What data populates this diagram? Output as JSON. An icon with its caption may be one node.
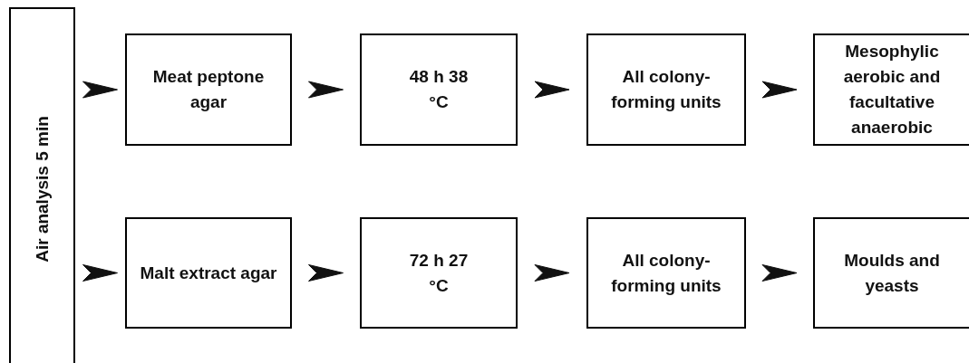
{
  "diagram": {
    "nodes": [
      {
        "text": [
          "Air analysis 5 min"
        ]
      },
      {
        "text": [
          "Meat peptone agar"
        ]
      },
      {
        "text": [
          "48 h 38 °C"
        ]
      },
      {
        "text": [
          "All colony-forming units"
        ]
      },
      {
        "text": [
          "Mesophylic aerobic and facultative anaerobic"
        ]
      },
      {
        "text": [
          "Malt extract agar"
        ]
      },
      {
        "text": [
          "72 h 27 °C"
        ]
      },
      {
        "text": [
          "All colony-forming units"
        ]
      },
      {
        "text": [
          "Moulds and yeasts"
        ]
      }
    ],
    "edges": [
      {
        "from": 0,
        "to": 1,
        "arrow": "to"
      },
      {
        "from": 1,
        "to": 2,
        "arrow": "to"
      },
      {
        "from": 2,
        "to": 3,
        "arrow": "to"
      },
      {
        "from": 3,
        "to": 4,
        "arrow": "to"
      },
      {
        "from": 0,
        "to": 5,
        "arrow": "to"
      },
      {
        "from": 5,
        "to": 6,
        "arrow": "to"
      },
      {
        "from": 6,
        "to": 7,
        "arrow": "to"
      },
      {
        "from": 7,
        "to": 8,
        "arrow": "to"
      }
    ]
  }
}
